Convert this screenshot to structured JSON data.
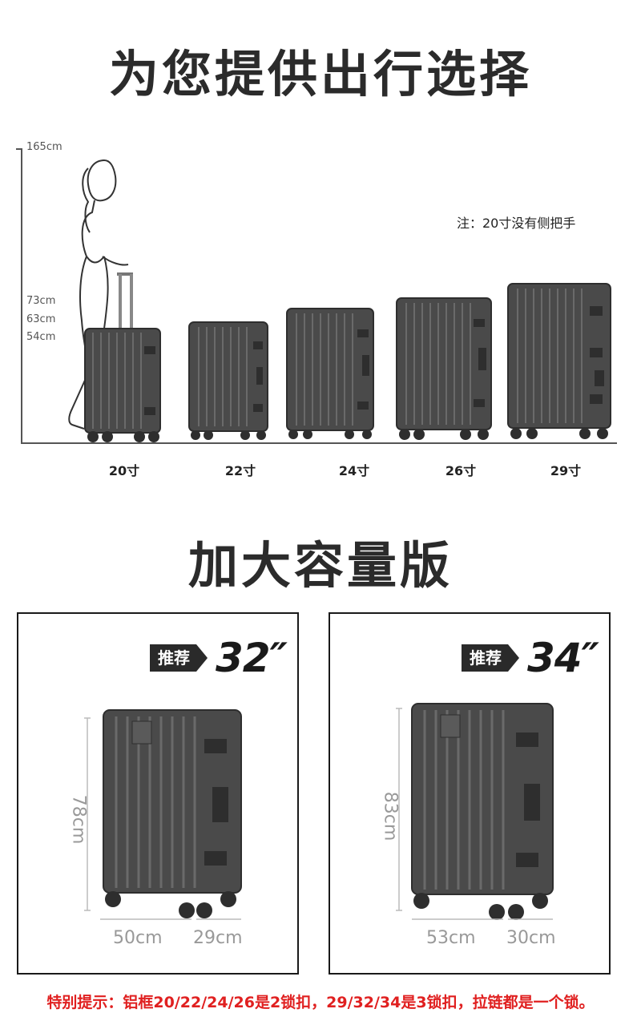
{
  "header": {
    "title": "为您提供出行选择"
  },
  "height_chart": {
    "labels": [
      "165cm",
      "73cm",
      "63cm",
      "54cm"
    ],
    "note": "注：20寸没有侧把手",
    "sizes": [
      "20寸",
      "22寸",
      "24寸",
      "26寸",
      "29寸"
    ]
  },
  "large_section": {
    "title": "加大容量版",
    "cards": [
      {
        "tag": "推荐",
        "size": "32″",
        "height": "78cm",
        "width": "50cm",
        "depth": "29cm"
      },
      {
        "tag": "推荐",
        "size": "34″",
        "height": "83cm",
        "width": "53cm",
        "depth": "30cm"
      }
    ]
  },
  "footer": {
    "text": "特别提示：铝框20/22/24/26是2锁扣，29/32/34是3锁扣，拉链都是一个锁。"
  },
  "colors": {
    "case_body": "#4a4a4a",
    "case_dark": "#2e2e2e",
    "accent_red": "#e02020"
  }
}
